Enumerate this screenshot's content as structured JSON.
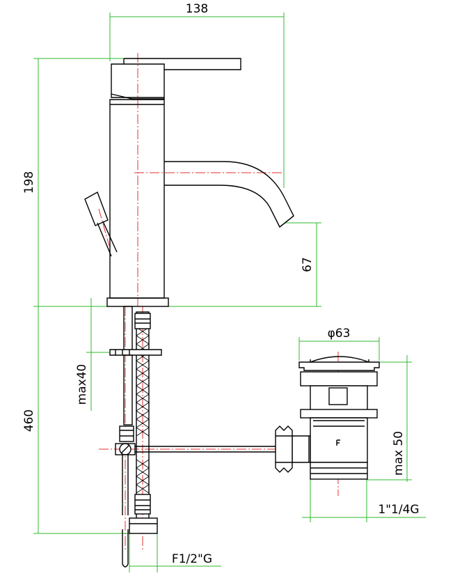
{
  "dimensions": {
    "total_width": "138",
    "total_height": "198",
    "spout_height": "67",
    "below_deck": "460",
    "max_deck": "max40",
    "waste_diameter": "φ63",
    "waste_max": "max 50",
    "waste_thread": "1\"1/4G",
    "inlet_thread": "F1/2\"G"
  },
  "colors": {
    "object": "#000000",
    "dimension": "#2db82d",
    "centerline": "#e0312f"
  }
}
